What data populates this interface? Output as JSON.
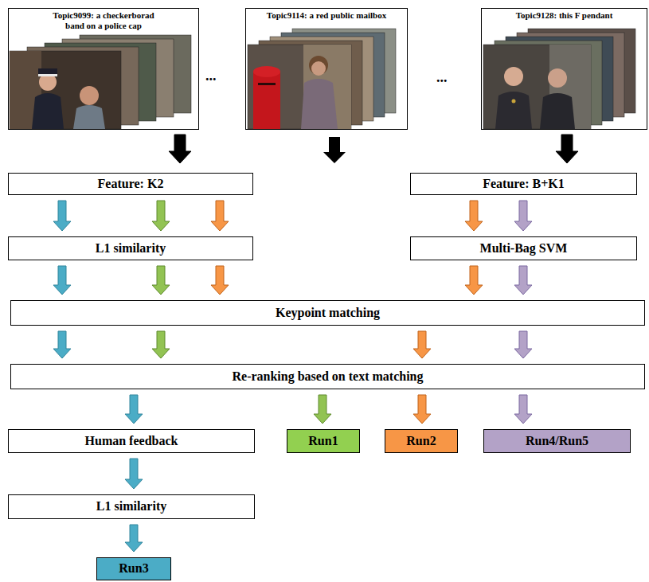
{
  "diagram": {
    "nodes": [
      {
        "text": [
          "Topic9099: a checkerborad band on a police cap"
        ]
      },
      {
        "text": [
          "Topic9114: a red public mailbox"
        ]
      },
      {
        "text": [
          "Topic9128: this F pendant"
        ]
      },
      {
        "text": [
          "Feature: K2"
        ]
      },
      {
        "text": [
          "Feature: B+K1"
        ]
      },
      {
        "text": [
          "L1 similarity"
        ]
      },
      {
        "text": [
          "Multi-Bag SVM"
        ]
      },
      {
        "text": [
          "Keypoint matching"
        ]
      },
      {
        "text": [
          "Re-ranking based on text matching"
        ]
      },
      {
        "text": [
          "Human feedback"
        ]
      },
      {
        "text": [
          "Run1"
        ]
      },
      {
        "text": [
          "Run2"
        ]
      },
      {
        "text": [
          "Run4/Run5"
        ]
      },
      {
        "text": [
          "L1 similarity"
        ]
      },
      {
        "text": [
          "Run3"
        ]
      }
    ],
    "edges": [
      {
        "from": 0,
        "to": 3,
        "arrow": "to"
      },
      {
        "from": 2,
        "to": 4,
        "arrow": "to"
      },
      {
        "from": 3,
        "to": 5,
        "arrow": "to"
      },
      {
        "from": 3,
        "to": 5,
        "arrow": "to"
      },
      {
        "from": 3,
        "to": 5,
        "arrow": "to"
      },
      {
        "from": 4,
        "to": 6,
        "arrow": "to"
      },
      {
        "from": 4,
        "to": 6,
        "arrow": "to"
      },
      {
        "from": 5,
        "to": 7,
        "arrow": "to"
      },
      {
        "from": 5,
        "to": 7,
        "arrow": "to"
      },
      {
        "from": 5,
        "to": 7,
        "arrow": "to"
      },
      {
        "from": 6,
        "to": 7,
        "arrow": "to"
      },
      {
        "from": 6,
        "to": 7,
        "arrow": "to"
      },
      {
        "from": 7,
        "to": 8,
        "arrow": "to"
      },
      {
        "from": 7,
        "to": 8,
        "arrow": "to"
      },
      {
        "from": 7,
        "to": 8,
        "arrow": "to"
      },
      {
        "from": 7,
        "to": 8,
        "arrow": "to"
      },
      {
        "from": 8,
        "to": 9,
        "arrow": "to"
      },
      {
        "from": 8,
        "to": 10,
        "arrow": "to"
      },
      {
        "from": 8,
        "to": 11,
        "arrow": "to"
      },
      {
        "from": 8,
        "to": 12,
        "arrow": "to"
      },
      {
        "from": 9,
        "to": 13,
        "arrow": "to"
      },
      {
        "from": 13,
        "to": 14,
        "arrow": "to"
      }
    ],
    "labels": [
      "...",
      "..."
    ]
  }
}
